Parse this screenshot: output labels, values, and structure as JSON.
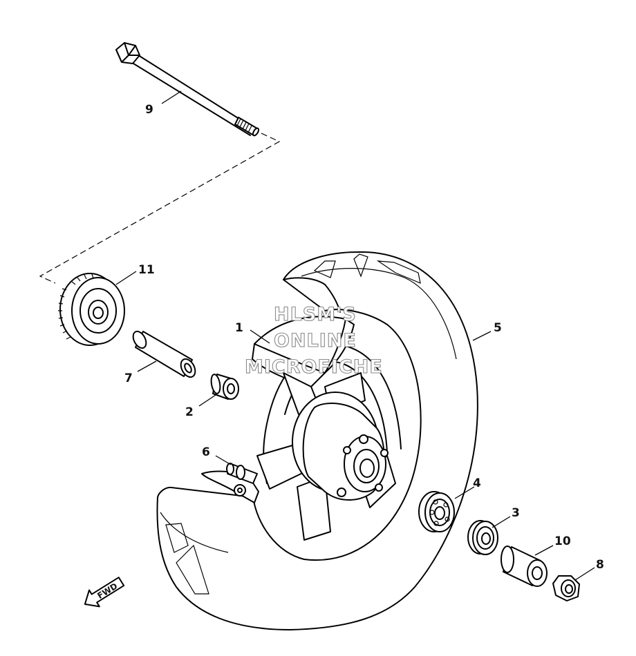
{
  "watermark": {
    "line1": "HLSM'S",
    "line2": "ONLINE",
    "line3": "MICROFICHE"
  },
  "fwd_label": "FWD",
  "callouts": [
    {
      "id": "1",
      "part": "hub-assembly"
    },
    {
      "id": "2",
      "part": "collar-small"
    },
    {
      "id": "3",
      "part": "bearing-right"
    },
    {
      "id": "4",
      "part": "bearing-left"
    },
    {
      "id": "5",
      "part": "tire"
    },
    {
      "id": "6",
      "part": "valve"
    },
    {
      "id": "7",
      "part": "spacer"
    },
    {
      "id": "8",
      "part": "collar-right"
    },
    {
      "id": "9",
      "part": "wheel-axle"
    },
    {
      "id": "10",
      "part": "spacer-flange"
    },
    {
      "id": "11",
      "part": "gear-unit"
    }
  ]
}
